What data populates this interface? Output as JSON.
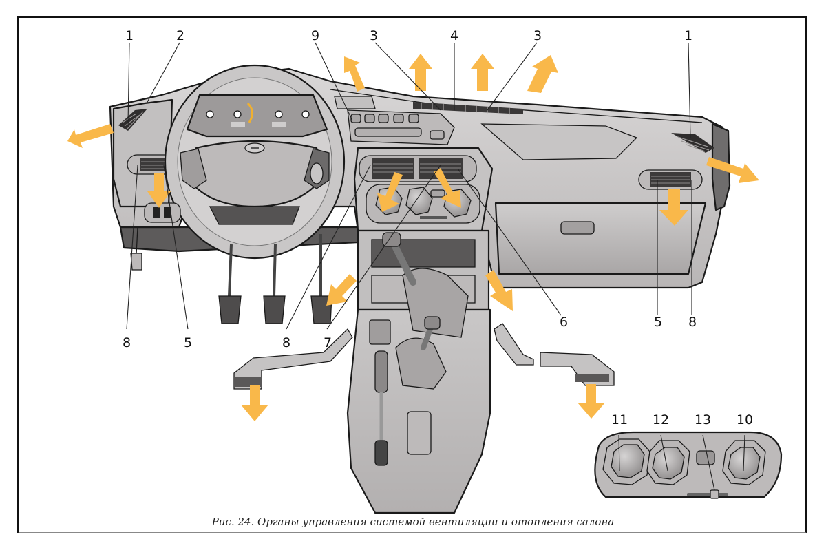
{
  "figure": {
    "caption": "Рис. 24. Органы управления системой вентиляции и отопления салона",
    "arrow_color": "#F9B84A",
    "callouts": [
      {
        "id": "c1-left",
        "label": "1"
      },
      {
        "id": "c2",
        "label": "2"
      },
      {
        "id": "c9",
        "label": "9"
      },
      {
        "id": "c3-left",
        "label": "3"
      },
      {
        "id": "c4",
        "label": "4"
      },
      {
        "id": "c3-right",
        "label": "3"
      },
      {
        "id": "c1-right",
        "label": "1"
      },
      {
        "id": "c8-left",
        "label": "8"
      },
      {
        "id": "c5-left",
        "label": "5"
      },
      {
        "id": "c8-mid",
        "label": "8"
      },
      {
        "id": "c7",
        "label": "7"
      },
      {
        "id": "c6",
        "label": "6"
      },
      {
        "id": "c5-right",
        "label": "5"
      },
      {
        "id": "c8-right",
        "label": "8"
      },
      {
        "id": "c11",
        "label": "11"
      },
      {
        "id": "c12",
        "label": "12"
      },
      {
        "id": "c13",
        "label": "13"
      },
      {
        "id": "c10",
        "label": "10"
      }
    ],
    "parts": {
      "dashboard": "dashboard-panel",
      "steering_wheel": "steering-wheel",
      "instrument_cluster": "instrument-cluster",
      "glovebox": "glovebox",
      "center_console": "center-console",
      "heater_control_panel_inset": "heater-control-panel"
    }
  }
}
